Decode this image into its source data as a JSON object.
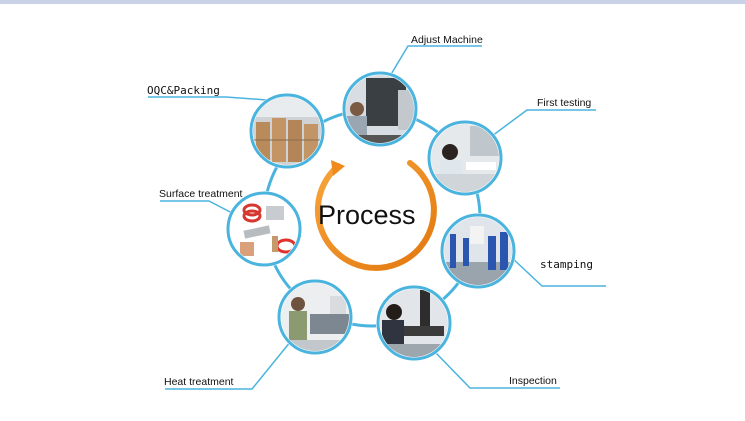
{
  "diagram": {
    "center_label": "Process",
    "steps": [
      {
        "label": "Adjust Machine"
      },
      {
        "label": "First testing"
      },
      {
        "label": "stamping"
      },
      {
        "label": "Inspection"
      },
      {
        "label": "Heat treatment"
      },
      {
        "label": "Surface treatment"
      },
      {
        "label": "OQC&Packing"
      }
    ],
    "colors": {
      "ring": "#4ab4de",
      "arrow": "#f08a1c",
      "topbar": "#c9d2e6",
      "spoke": "#4ab4de"
    }
  }
}
